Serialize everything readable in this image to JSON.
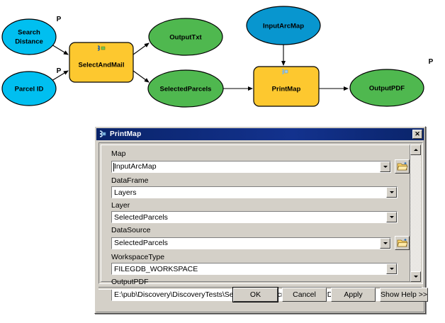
{
  "model": {
    "nodes": [
      {
        "id": "search-distance",
        "label": "Search\nDistance",
        "label_lines": [
          "Search",
          "Distance"
        ],
        "type": "variable-ellipse",
        "color": "#00bff0",
        "parameter": true,
        "parameter_marker": "P"
      },
      {
        "id": "parcel-id",
        "label": "Parcel ID",
        "label_lines": [
          "Parcel ID"
        ],
        "type": "variable-ellipse",
        "color": "#00bff0",
        "parameter": true,
        "parameter_marker": "P"
      },
      {
        "id": "select-and-mail",
        "label": "SelectAndMail",
        "type": "script-tool",
        "color": "#fdc82f",
        "parameter": false
      },
      {
        "id": "output-txt",
        "label": "OutputTxt",
        "type": "derived-ellipse",
        "color": "#4fb84f",
        "parameter": false
      },
      {
        "id": "selected-parcels",
        "label": "SelectedParcels",
        "type": "derived-ellipse",
        "color": "#4fb84f",
        "parameter": false
      },
      {
        "id": "input-arcmap",
        "label": "InputArcMap",
        "type": "variable-ellipse",
        "color": "#0896cf",
        "parameter": false
      },
      {
        "id": "print-map",
        "label": "PrintMap",
        "type": "script-tool",
        "color": "#fdc82f",
        "parameter": false
      },
      {
        "id": "output-pdf",
        "label": "OutputPDF",
        "type": "derived-ellipse",
        "color": "#4fb84f",
        "parameter": true,
        "parameter_marker": "P"
      }
    ],
    "connections": [
      {
        "from": "search-distance",
        "to": "select-and-mail"
      },
      {
        "from": "parcel-id",
        "to": "select-and-mail"
      },
      {
        "from": "select-and-mail",
        "to": "output-txt"
      },
      {
        "from": "select-and-mail",
        "to": "selected-parcels"
      },
      {
        "from": "selected-parcels",
        "to": "print-map"
      },
      {
        "from": "input-arcmap",
        "to": "print-map"
      },
      {
        "from": "print-map",
        "to": "output-pdf"
      }
    ]
  },
  "dialog": {
    "title": "PrintMap",
    "title_icon": "script-tool-icon",
    "close_label": "✕",
    "fields": [
      {
        "name": "map",
        "label": "Map",
        "value": "InputArcMap",
        "has_dropdown": true,
        "has_browse": true,
        "focused": true
      },
      {
        "name": "dataframe",
        "label": "DataFrame",
        "value": "Layers",
        "has_dropdown": true,
        "has_browse": false,
        "focused": false
      },
      {
        "name": "layer",
        "label": "Layer",
        "value": "SelectedParcels",
        "has_dropdown": true,
        "has_browse": false,
        "focused": false
      },
      {
        "name": "datasource",
        "label": "DataSource",
        "value": "SelectedParcels",
        "has_dropdown": true,
        "has_browse": true,
        "focused": false
      },
      {
        "name": "workspacetype",
        "label": "WorkspaceType",
        "value": "FILEGDB_WORKSPACE",
        "has_dropdown": true,
        "has_browse": false,
        "focused": false
      },
      {
        "name": "outputpdf",
        "label": "OutputPDF",
        "value": "E:\\pub\\Discovery\\DiscoveryTests\\Select\\Tutorial\\scratch\\OutputPDF.pdf",
        "has_dropdown": false,
        "has_browse": true,
        "focused": false
      }
    ],
    "buttons": {
      "ok": "OK",
      "cancel": "Cancel",
      "apply": "Apply",
      "help": "Show Help >>"
    },
    "scrollbar": {
      "up_arrow": "▲",
      "down_arrow": "▼"
    }
  },
  "colors": {
    "titlebar": "#0a246a",
    "dialog_face": "#d4d0c8",
    "tool_fill": "#fdc82f",
    "variable_fill": "#00bff0",
    "input_map_fill": "#0896cf",
    "derived_fill": "#4fb84f"
  }
}
